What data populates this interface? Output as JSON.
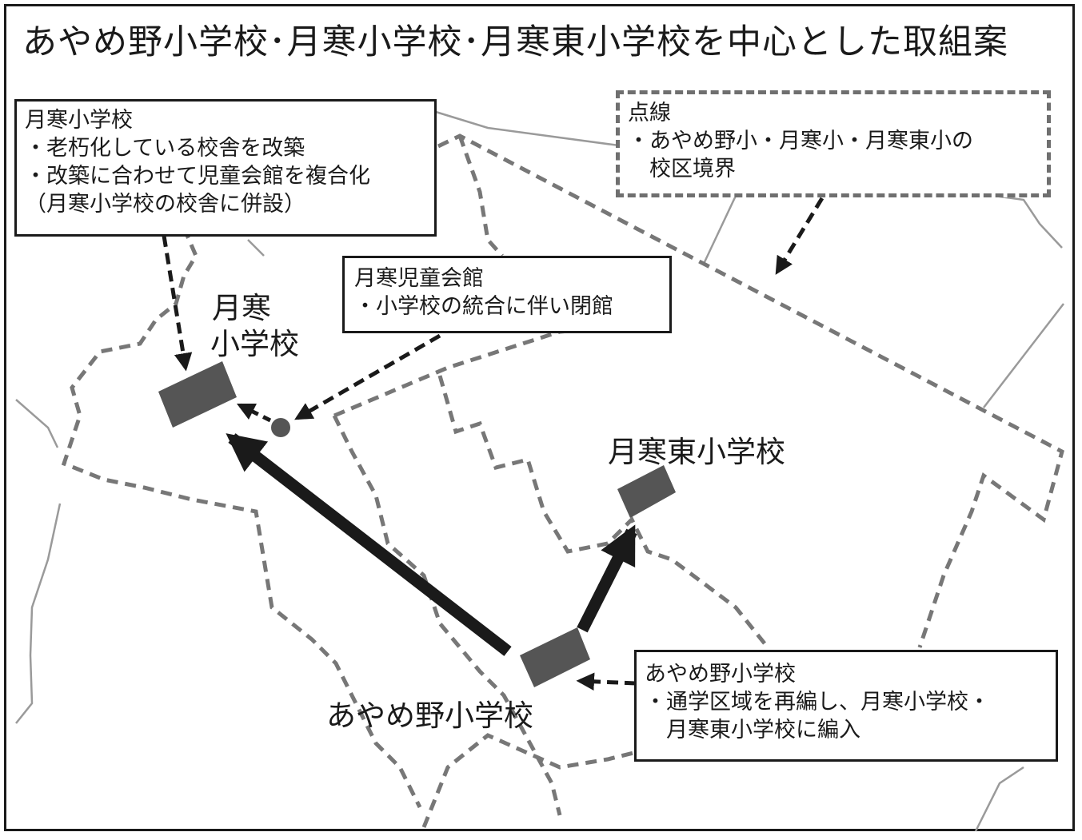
{
  "title": "あやめ野小学校･月寒小学校･月寒東小学校を中心とした取組案",
  "legend": {
    "heading": "点線",
    "lines": [
      "・あやめ野小・月寒小・月寒東小の",
      "　校区境界"
    ]
  },
  "callouts": {
    "tsukisamu_es": {
      "heading": "月寒小学校",
      "lines": [
        "・老朽化している校舎を改築",
        "・改築に合わせて児童会館を複合化",
        "（月寒小学校の校舎に併設）"
      ]
    },
    "childrens_hall": {
      "heading": "月寒児童会館",
      "lines": [
        "・小学校の統合に伴い閉館"
      ]
    },
    "ayameno_es": {
      "heading": "あやめ野小学校",
      "lines": [
        "・通学区域を再編し、月寒小学校・",
        "　月寒東小学校に編入"
      ]
    }
  },
  "map_labels": {
    "tsukisamu": [
      "月寒",
      "小学校"
    ],
    "tsukisamu_higashi": "月寒東小学校",
    "ayameno": "あやめ野小学校"
  },
  "colors": {
    "ink": "#1a1a1a",
    "school_block": "#555555",
    "boundary_dash": "#777777",
    "road": "#9a9a9a"
  }
}
